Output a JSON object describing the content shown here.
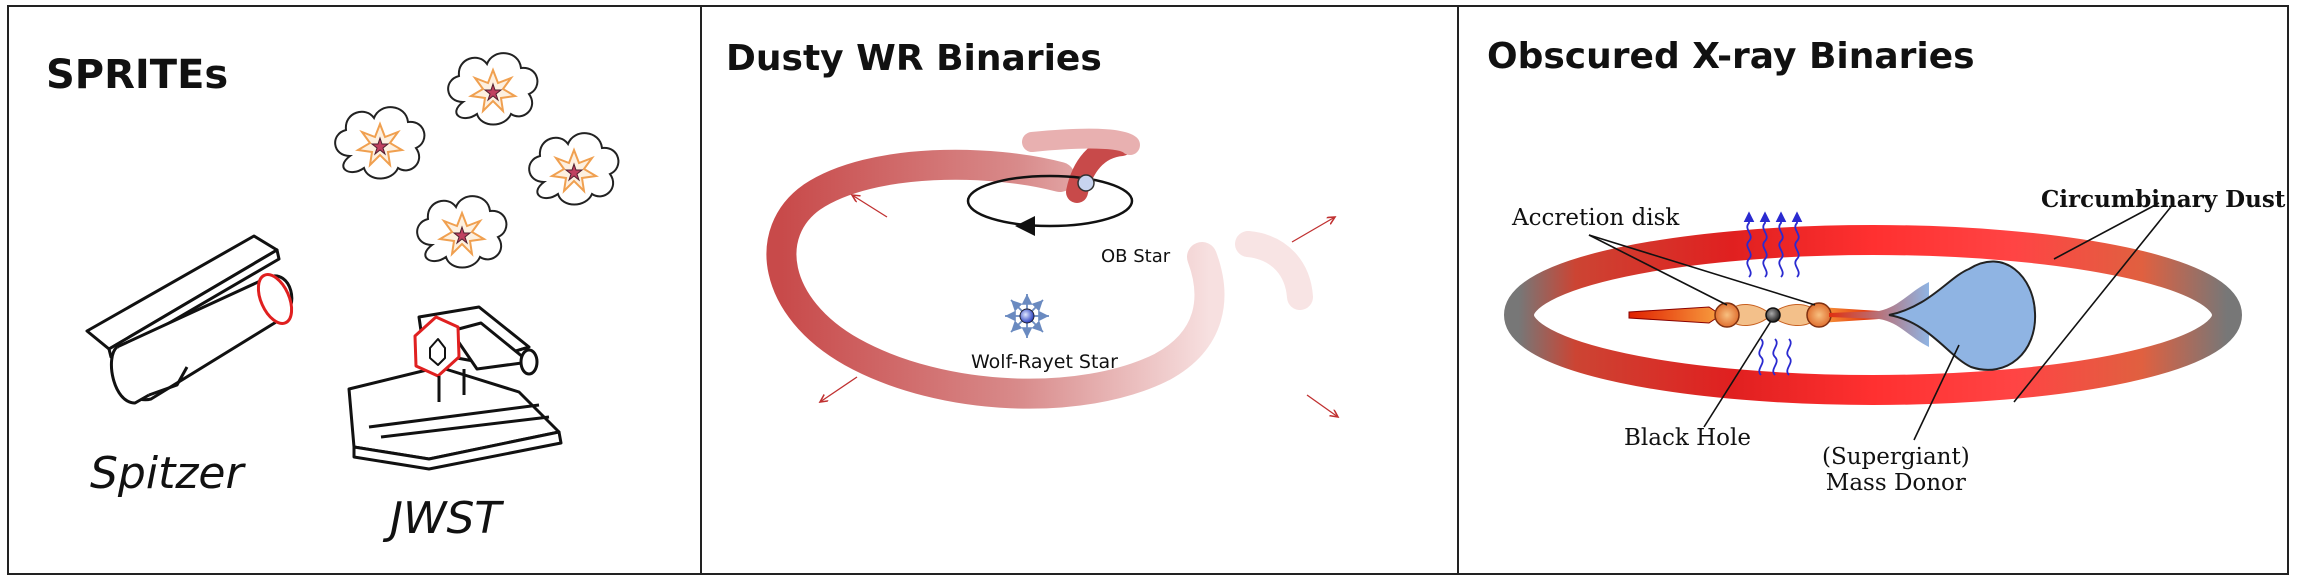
{
  "panels": [
    {
      "title": "SPRITEs",
      "labels": {
        "spitzer": "Spitzer",
        "jwst": "JWST"
      }
    },
    {
      "title": "Dusty WR Binaries",
      "labels": {
        "ob_star": "OB Star",
        "wolf_rayet": "Wolf-Rayet Star"
      }
    },
    {
      "title": "Obscured X-ray Binaries",
      "labels": {
        "accretion_disk": "Accretion disk",
        "circumbinary_dust": "Circumbinary Dust",
        "black_hole": "Black Hole",
        "mass_donor_line1": "(Supergiant)",
        "mass_donor_line2": "Mass Donor"
      }
    }
  ],
  "colors": {
    "frame": "#222222",
    "ring_red": "#d03030",
    "star_orange": "#f0a050",
    "donor_blue": "#8fb4e3",
    "jet_orange": "#f07030",
    "wave_blue": "#2a2ad0"
  }
}
